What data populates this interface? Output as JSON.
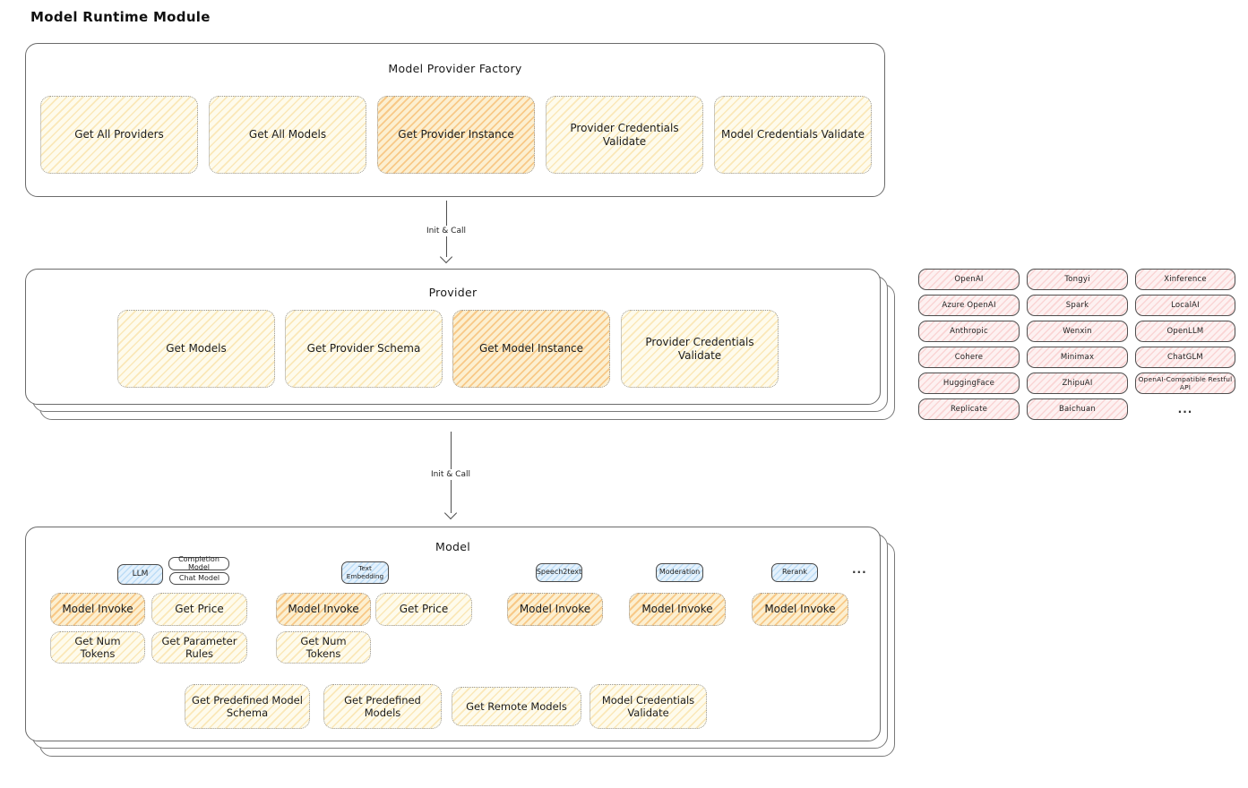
{
  "title": "Model Runtime Module",
  "colors": {
    "accent_hatch": "#f3a33e",
    "light_hatch": "#f6c764",
    "provider_pink": "#f6b2b2",
    "tag_blue": "#a8cff0",
    "panel_border": "#6b6b6b"
  },
  "arrows": {
    "first": "Init & Call",
    "second": "Init & Call"
  },
  "factory": {
    "label": "Model Provider Factory",
    "boxes": [
      "Get All Providers",
      "Get All Models",
      "Get Provider Instance",
      "Provider Credentials Validate",
      "Model Credentials Validate"
    ]
  },
  "provider": {
    "label": "Provider",
    "boxes": [
      "Get Models",
      "Get Provider Schema",
      "Get Model Instance",
      "Provider Credentials Validate"
    ]
  },
  "providers": {
    "items": [
      "OpenAI",
      "Tongyi",
      "Xinference",
      "Azure OpenAI",
      "Spark",
      "LocalAI",
      "Anthropic",
      "Wenxin",
      "OpenLLM",
      "Cohere",
      "Minimax",
      "ChatGLM",
      "HuggingFace",
      "ZhipuAI",
      "OpenAI-Compatible Restful API",
      "Replicate",
      "Baichuan"
    ],
    "more": "..."
  },
  "model": {
    "label": "Model",
    "tags": {
      "llm": "LLM",
      "completion": "Completion Model",
      "chat": "Chat Model",
      "text_embedding": "Text Embedding",
      "speech2text": "Speech2text",
      "moderation": "Moderation",
      "rerank": "Rerank",
      "more": "..."
    },
    "ops": {
      "llm": [
        "Model Invoke",
        "Get Price",
        "Get Num Tokens",
        "Get Parameter Rules"
      ],
      "text_embedding": [
        "Model Invoke",
        "Get Price",
        "Get Num Tokens"
      ],
      "speech2text": [
        "Model Invoke"
      ],
      "moderation": [
        "Model Invoke"
      ],
      "rerank": [
        "Model Invoke"
      ]
    },
    "bottom_ops": [
      "Get Predefined Model Schema",
      "Get Predefined Models",
      "Get Remote Models",
      "Model Credentials Validate"
    ]
  }
}
